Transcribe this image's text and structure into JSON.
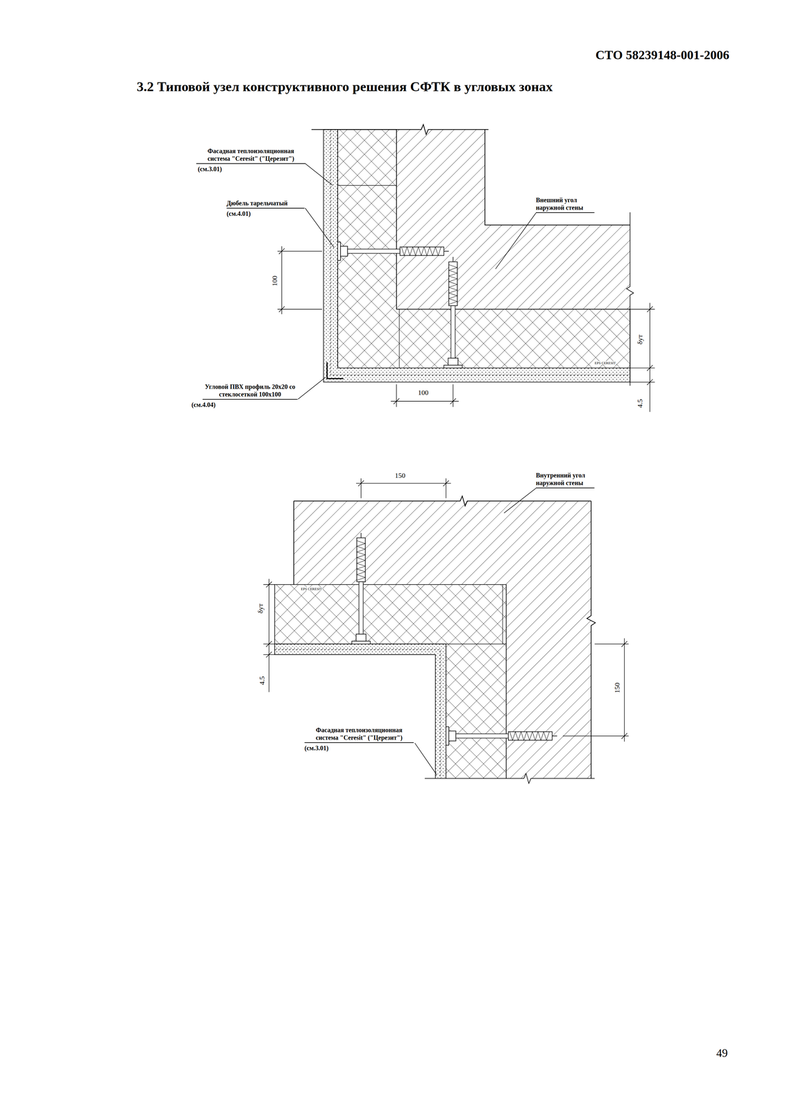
{
  "diagram": {
    "title": "3.2 Типовой узел конструктивного решения СФТК в угловых зонах",
    "labels": [
      "СТО 58239148-001-2006",
      "Фасадная теплоизоляционная система \"Ceresit\" (\"Церезит\")",
      "(см.3.01)",
      "Дюбель тарельчатый",
      "(см.4.01)",
      "Внешний угол наружной стены",
      "100",
      "δут",
      "EPS CERESIT",
      "Угловой ПВХ профиль 20x20 со стеклосеткой 100x100",
      "(см.4.04)",
      "100",
      "4.5",
      "150",
      "Внутренний угол наружной стены",
      "EPS CERESIT",
      "δут",
      "4.5",
      "150",
      "Фасадная теплоизоляционная система \"Ceresit\" (\"Церезит\")",
      "(см.3.01)",
      "49"
    ]
  }
}
